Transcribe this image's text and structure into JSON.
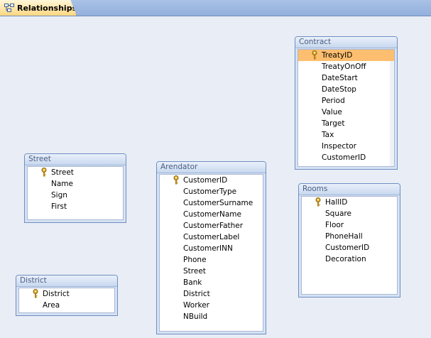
{
  "tab": {
    "label": "Relationships",
    "icon": "relationships-icon"
  },
  "tables": [
    {
      "name": "Contract",
      "fields": [
        {
          "label": "TreatyID",
          "key": true,
          "selected": true
        },
        {
          "label": "TreatyOnOff"
        },
        {
          "label": "DateStart"
        },
        {
          "label": "DateStop"
        },
        {
          "label": "Period"
        },
        {
          "label": "Value"
        },
        {
          "label": "Target"
        },
        {
          "label": "Tax"
        },
        {
          "label": "Inspector"
        },
        {
          "label": "CustomerID"
        }
      ]
    },
    {
      "name": "Street",
      "fields": [
        {
          "label": "Street",
          "key": true
        },
        {
          "label": "Name"
        },
        {
          "label": "Sign"
        },
        {
          "label": "First"
        }
      ]
    },
    {
      "name": "Arendator",
      "fields": [
        {
          "label": "CustomerID",
          "key": true
        },
        {
          "label": "CustomerType"
        },
        {
          "label": "CustomerSurname"
        },
        {
          "label": "CustomerName"
        },
        {
          "label": "CustomerFather"
        },
        {
          "label": "CustomerLabel"
        },
        {
          "label": "CustomerINN"
        },
        {
          "label": "Phone"
        },
        {
          "label": "Street"
        },
        {
          "label": "Bank"
        },
        {
          "label": "District"
        },
        {
          "label": "Worker"
        },
        {
          "label": "NBuild"
        }
      ]
    },
    {
      "name": "Rooms",
      "fields": [
        {
          "label": "HallID",
          "key": true
        },
        {
          "label": "Square"
        },
        {
          "label": "Floor"
        },
        {
          "label": "PhoneHall"
        },
        {
          "label": "CustomerID"
        },
        {
          "label": "Decoration"
        }
      ]
    },
    {
      "name": "District",
      "fields": [
        {
          "label": "District",
          "key": true
        },
        {
          "label": "Area"
        }
      ]
    }
  ],
  "colors": {
    "selected_field": "#fdbf6f",
    "table_border": "#6f8ec2",
    "canvas": "#e9edf5"
  }
}
